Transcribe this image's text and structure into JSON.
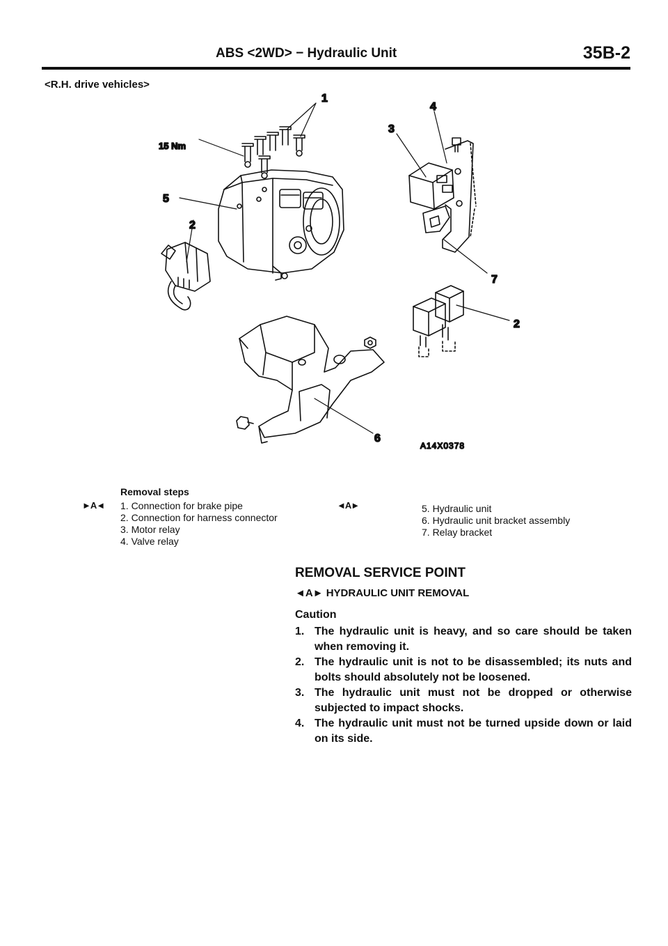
{
  "header": {
    "title": "ABS <2WD> − Hydraulic Unit",
    "page_number": "35B-2"
  },
  "subheading": "<R.H. drive vehicles>",
  "figure": {
    "code": "A14X0378",
    "torque_label": "15 Nm",
    "callouts": [
      "1",
      "2",
      "3",
      "4",
      "5",
      "2",
      "7",
      "6"
    ]
  },
  "removal_steps": {
    "title": "Removal steps",
    "left_marker": "►A◄",
    "right_marker": "◄A►",
    "left_column": [
      "1. Connection for brake pipe",
      "2. Connection for harness connector",
      "3. Motor relay",
      "4. Valve relay"
    ],
    "right_column": [
      "5. Hydraulic unit",
      "6. Hydraulic unit bracket assembly",
      "7. Relay bracket"
    ]
  },
  "service_point": {
    "title": "REMOVAL SERVICE POINT",
    "subtitle": "◄A► HYDRAULIC UNIT REMOVAL",
    "caution_label": "Caution",
    "cautions": [
      {
        "num": "1.",
        "text": "The hydraulic unit is heavy, and so care should be taken when removing it."
      },
      {
        "num": "2.",
        "text": "The hydraulic unit is not to be disassembled; its nuts and bolts should absolutely not be loosened."
      },
      {
        "num": "3.",
        "text": "The hydraulic unit must not be dropped or otherwise subjected to impact shocks."
      },
      {
        "num": "4.",
        "text": "The hydraulic unit must not be turned upside down or laid on its side."
      }
    ]
  }
}
